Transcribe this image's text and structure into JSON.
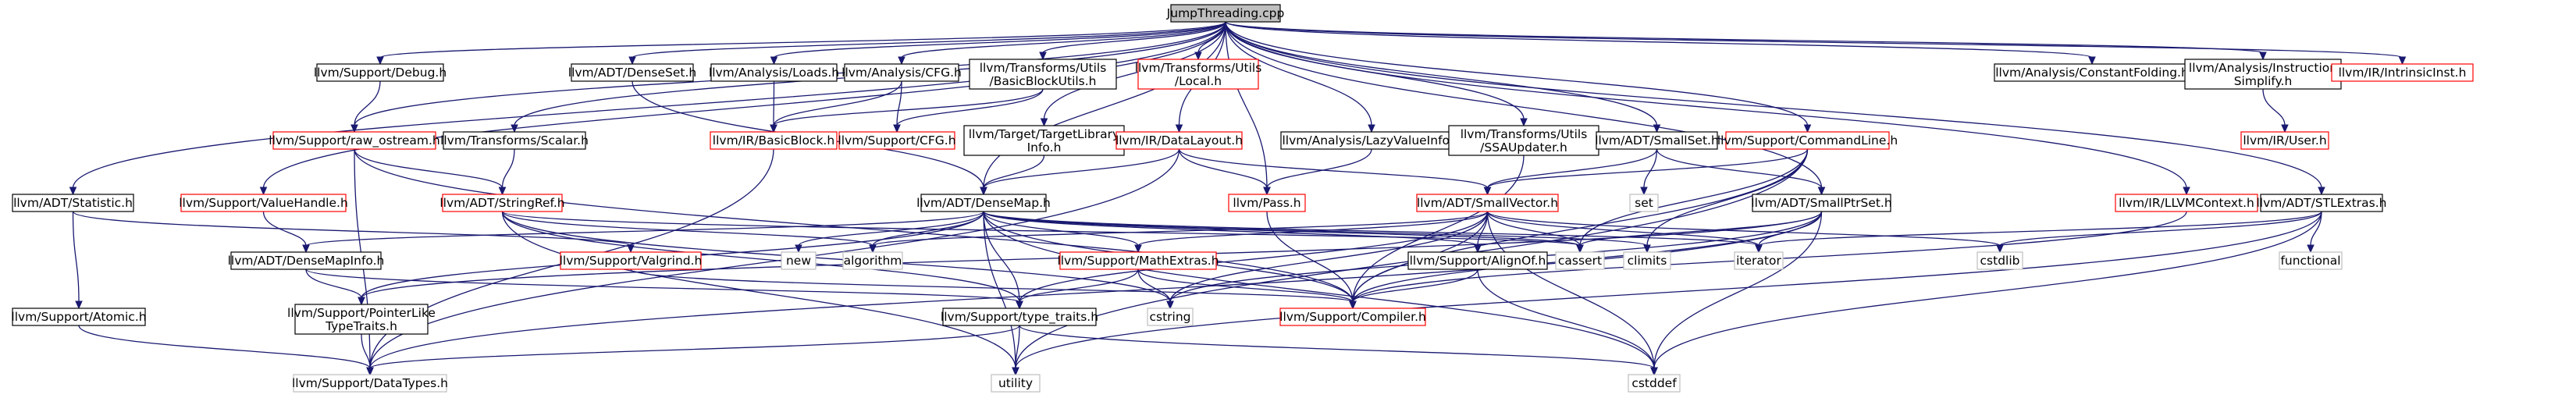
{
  "colors": {
    "edge": "#191970",
    "node_border": "#000000",
    "missing_border": "#ff0000",
    "system_border": "#bfbfbf",
    "root_fill": "#bfbfbf"
  },
  "nodes": {
    "root": {
      "lines": [
        "JumpThreading.cpp"
      ],
      "kind": "root"
    },
    "sup_debug": {
      "lines": [
        "llvm/Support/Debug.h"
      ],
      "kind": "normal"
    },
    "adt_denseset": {
      "lines": [
        "llvm/ADT/DenseSet.h"
      ],
      "kind": "normal"
    },
    "an_loads": {
      "lines": [
        "llvm/Analysis/Loads.h"
      ],
      "kind": "normal"
    },
    "an_cfg": {
      "lines": [
        "llvm/Analysis/CFG.h"
      ],
      "kind": "normal"
    },
    "tr_bbutils": {
      "lines": [
        "llvm/Transforms/Utils",
        "/BasicBlockUtils.h"
      ],
      "kind": "normal"
    },
    "tr_local": {
      "lines": [
        "llvm/Transforms/Utils",
        "/Local.h"
      ],
      "kind": "missing"
    },
    "an_constfold": {
      "lines": [
        "llvm/Analysis/ConstantFolding.h"
      ],
      "kind": "normal"
    },
    "an_instsimp": {
      "lines": [
        "llvm/Analysis/Instruction",
        "Simplify.h"
      ],
      "kind": "normal"
    },
    "ir_intrinsic": {
      "lines": [
        "llvm/IR/IntrinsicInst.h"
      ],
      "kind": "missing"
    },
    "sup_rawostream": {
      "lines": [
        "llvm/Support/raw_ostream.h"
      ],
      "kind": "missing"
    },
    "tr_scalar": {
      "lines": [
        "llvm/Transforms/Scalar.h"
      ],
      "kind": "normal"
    },
    "ir_basicblock": {
      "lines": [
        "llvm/IR/BasicBlock.h"
      ],
      "kind": "missing"
    },
    "sup_cfg": {
      "lines": [
        "llvm/Support/CFG.h"
      ],
      "kind": "missing"
    },
    "tg_libinfo": {
      "lines": [
        "llvm/Target/TargetLibrary",
        "Info.h"
      ],
      "kind": "normal"
    },
    "ir_datalayout": {
      "lines": [
        "llvm/IR/DataLayout.h"
      ],
      "kind": "missing"
    },
    "an_lazyvalue": {
      "lines": [
        "llvm/Analysis/LazyValueInfo.h"
      ],
      "kind": "normal"
    },
    "tr_ssaupdater": {
      "lines": [
        "llvm/Transforms/Utils",
        "/SSAUpdater.h"
      ],
      "kind": "normal"
    },
    "adt_smallset": {
      "lines": [
        "llvm/ADT/SmallSet.h"
      ],
      "kind": "normal"
    },
    "sup_cmdline": {
      "lines": [
        "llvm/Support/CommandLine.h"
      ],
      "kind": "missing"
    },
    "ir_user": {
      "lines": [
        "llvm/IR/User.h"
      ],
      "kind": "missing"
    },
    "adt_statistic": {
      "lines": [
        "llvm/ADT/Statistic.h"
      ],
      "kind": "normal"
    },
    "sup_valuehandle": {
      "lines": [
        "llvm/Support/ValueHandle.h"
      ],
      "kind": "missing"
    },
    "adt_stringref": {
      "lines": [
        "llvm/ADT/StringRef.h"
      ],
      "kind": "missing"
    },
    "adt_densemap": {
      "lines": [
        "llvm/ADT/DenseMap.h"
      ],
      "kind": "normal"
    },
    "ir_pass": {
      "lines": [
        "llvm/Pass.h"
      ],
      "kind": "missing"
    },
    "adt_smallvector": {
      "lines": [
        "llvm/ADT/SmallVector.h"
      ],
      "kind": "missing"
    },
    "std_set": {
      "lines": [
        "set"
      ],
      "kind": "system"
    },
    "adt_smallptrset": {
      "lines": [
        "llvm/ADT/SmallPtrSet.h"
      ],
      "kind": "normal"
    },
    "ir_llvmcontext": {
      "lines": [
        "llvm/IR/LLVMContext.h"
      ],
      "kind": "missing"
    },
    "adt_stlextras": {
      "lines": [
        "llvm/ADT/STLExtras.h"
      ],
      "kind": "normal"
    },
    "adt_densemapinfo": {
      "lines": [
        "llvm/ADT/DenseMapInfo.h"
      ],
      "kind": "normal"
    },
    "std_new": {
      "lines": [
        "new"
      ],
      "kind": "system"
    },
    "std_algorithm": {
      "lines": [
        "algorithm"
      ],
      "kind": "system"
    },
    "sup_valgrind": {
      "lines": [
        "llvm/Support/Valgrind.h"
      ],
      "kind": "missing"
    },
    "sup_mathextras": {
      "lines": [
        "llvm/Support/MathExtras.h"
      ],
      "kind": "missing"
    },
    "sup_alignof": {
      "lines": [
        "llvm/Support/AlignOf.h"
      ],
      "kind": "normal"
    },
    "std_cassert": {
      "lines": [
        "cassert"
      ],
      "kind": "system"
    },
    "std_climits": {
      "lines": [
        "climits"
      ],
      "kind": "system"
    },
    "std_iterator": {
      "lines": [
        "iterator"
      ],
      "kind": "system"
    },
    "std_cstdlib": {
      "lines": [
        "cstdlib"
      ],
      "kind": "system"
    },
    "std_functional": {
      "lines": [
        "functional"
      ],
      "kind": "system"
    },
    "sup_atomic": {
      "lines": [
        "llvm/Support/Atomic.h"
      ],
      "kind": "normal"
    },
    "sup_ptrlike": {
      "lines": [
        "llvm/Support/PointerLike",
        "TypeTraits.h"
      ],
      "kind": "normal"
    },
    "sup_typetraits": {
      "lines": [
        "llvm/Support/type_traits.h"
      ],
      "kind": "normal"
    },
    "std_cstring": {
      "lines": [
        "cstring"
      ],
      "kind": "system"
    },
    "sup_compiler": {
      "lines": [
        "llvm/Support/Compiler.h"
      ],
      "kind": "missing"
    },
    "sup_datatypes": {
      "lines": [
        "llvm/Support/DataTypes.h"
      ],
      "kind": "system"
    },
    "std_utility": {
      "lines": [
        "utility"
      ],
      "kind": "system"
    },
    "std_cstddef": {
      "lines": [
        "cstddef"
      ],
      "kind": "system"
    }
  },
  "edges": [
    [
      "root",
      "sup_debug"
    ],
    [
      "root",
      "adt_denseset"
    ],
    [
      "root",
      "an_loads"
    ],
    [
      "root",
      "an_cfg"
    ],
    [
      "root",
      "tr_bbutils"
    ],
    [
      "root",
      "tr_local"
    ],
    [
      "root",
      "an_constfold"
    ],
    [
      "root",
      "an_instsimp"
    ],
    [
      "root",
      "ir_intrinsic"
    ],
    [
      "root",
      "sup_rawostream"
    ],
    [
      "root",
      "tr_scalar"
    ],
    [
      "root",
      "tg_libinfo"
    ],
    [
      "root",
      "ir_datalayout"
    ],
    [
      "root",
      "ir_pass"
    ],
    [
      "root",
      "an_lazyvalue"
    ],
    [
      "root",
      "tr_ssaupdater"
    ],
    [
      "root",
      "adt_smallset"
    ],
    [
      "root",
      "sup_cmdline"
    ],
    [
      "root",
      "ir_llvmcontext"
    ],
    [
      "root",
      "adt_stlextras"
    ],
    [
      "root",
      "adt_statistic"
    ],
    [
      "root",
      "sup_valuehandle"
    ],
    [
      "root",
      "adt_densemap"
    ],
    [
      "root",
      "adt_smallptrset"
    ],
    [
      "sup_debug",
      "sup_rawostream"
    ],
    [
      "adt_denseset",
      "adt_densemap"
    ],
    [
      "an_loads",
      "ir_basicblock"
    ],
    [
      "an_cfg",
      "ir_basicblock"
    ],
    [
      "an_cfg",
      "sup_cfg"
    ],
    [
      "tr_bbutils",
      "ir_basicblock"
    ],
    [
      "tr_bbutils",
      "sup_cfg"
    ],
    [
      "an_instsimp",
      "ir_user"
    ],
    [
      "sup_rawostream",
      "adt_stringref"
    ],
    [
      "sup_rawostream",
      "sup_datatypes"
    ],
    [
      "sup_rawostream",
      "sup_compiler"
    ],
    [
      "tr_scalar",
      "adt_stringref"
    ],
    [
      "ir_basicblock",
      "sup_datatypes"
    ],
    [
      "tg_libinfo",
      "adt_densemap"
    ],
    [
      "ir_datalayout",
      "ir_pass"
    ],
    [
      "ir_datalayout",
      "adt_densemap"
    ],
    [
      "ir_datalayout",
      "adt_smallvector"
    ],
    [
      "ir_datalayout",
      "sup_datatypes"
    ],
    [
      "an_lazyvalue",
      "ir_pass"
    ],
    [
      "tr_ssaupdater",
      "sup_compiler"
    ],
    [
      "adt_smallset",
      "std_set"
    ],
    [
      "adt_smallset",
      "adt_smallptrset"
    ],
    [
      "adt_smallset",
      "adt_smallvector"
    ],
    [
      "sup_cmdline",
      "adt_smallvector"
    ],
    [
      "sup_cmdline",
      "sup_compiler"
    ],
    [
      "sup_cmdline",
      "std_cassert"
    ],
    [
      "sup_cmdline",
      "std_climits"
    ],
    [
      "sup_cmdline",
      "std_utility"
    ],
    [
      "ir_llvmcontext",
      "sup_compiler"
    ],
    [
      "adt_stlextras",
      "std_cstdlib"
    ],
    [
      "adt_stlextras",
      "std_functional"
    ],
    [
      "adt_stlextras",
      "std_iterator"
    ],
    [
      "adt_stlextras",
      "std_cstddef"
    ],
    [
      "adt_stlextras",
      "std_utility"
    ],
    [
      "adt_statistic",
      "sup_atomic"
    ],
    [
      "adt_statistic",
      "sup_valgrind"
    ],
    [
      "sup_valuehandle",
      "adt_densemapinfo"
    ],
    [
      "adt_stringref",
      "sup_typetraits"
    ],
    [
      "adt_stringref",
      "std_algorithm"
    ],
    [
      "adt_stringref",
      "std_cassert"
    ],
    [
      "adt_stringref",
      "std_cstring"
    ],
    [
      "adt_stringref",
      "std_utility"
    ],
    [
      "adt_densemap",
      "adt_densemapinfo"
    ],
    [
      "adt_densemap",
      "std_new"
    ],
    [
      "adt_densemap",
      "std_algorithm"
    ],
    [
      "adt_densemap",
      "sup_mathextras"
    ],
    [
      "adt_densemap",
      "sup_alignof"
    ],
    [
      "adt_densemap",
      "std_cassert"
    ],
    [
      "adt_densemap",
      "std_climits"
    ],
    [
      "adt_densemap",
      "std_iterator"
    ],
    [
      "adt_densemap",
      "sup_typetraits"
    ],
    [
      "adt_densemap",
      "sup_compiler"
    ],
    [
      "adt_densemap",
      "std_cstddef"
    ],
    [
      "adt_densemap",
      "std_utility"
    ],
    [
      "adt_densemap",
      "sup_ptrlike"
    ],
    [
      "ir_pass",
      "sup_compiler"
    ],
    [
      "adt_smallvector",
      "sup_alignof"
    ],
    [
      "adt_smallvector",
      "sup_mathextras"
    ],
    [
      "adt_smallvector",
      "sup_typetraits"
    ],
    [
      "adt_smallvector",
      "std_algorithm"
    ],
    [
      "adt_smallvector",
      "std_cassert"
    ],
    [
      "adt_smallvector",
      "std_cstddef"
    ],
    [
      "adt_smallvector",
      "std_cstdlib"
    ],
    [
      "adt_smallvector",
      "std_cstring"
    ],
    [
      "adt_smallvector",
      "std_iterator"
    ],
    [
      "adt_smallvector",
      "sup_compiler"
    ],
    [
      "adt_smallptrset",
      "std_cassert"
    ],
    [
      "adt_smallptrset",
      "std_cstddef"
    ],
    [
      "adt_smallptrset",
      "std_cstring"
    ],
    [
      "adt_smallptrset",
      "std_iterator"
    ],
    [
      "adt_smallptrset",
      "sup_datatypes"
    ],
    [
      "adt_smallptrset",
      "sup_ptrlike"
    ],
    [
      "adt_smallptrset",
      "sup_compiler"
    ],
    [
      "adt_densemapinfo",
      "sup_ptrlike"
    ],
    [
      "adt_densemapinfo",
      "sup_typetraits"
    ],
    [
      "sup_valgrind",
      "sup_compiler"
    ],
    [
      "sup_mathextras",
      "sup_typetraits"
    ],
    [
      "sup_mathextras",
      "sup_compiler"
    ],
    [
      "sup_mathextras",
      "std_cstring"
    ],
    [
      "sup_alignof",
      "sup_compiler"
    ],
    [
      "sup_alignof",
      "std_cstddef"
    ],
    [
      "sup_atomic",
      "sup_datatypes"
    ],
    [
      "sup_ptrlike",
      "sup_datatypes"
    ],
    [
      "sup_typetraits",
      "std_utility"
    ],
    [
      "sup_typetraits",
      "std_cstddef"
    ],
    [
      "sup_typetraits",
      "sup_datatypes"
    ]
  ]
}
